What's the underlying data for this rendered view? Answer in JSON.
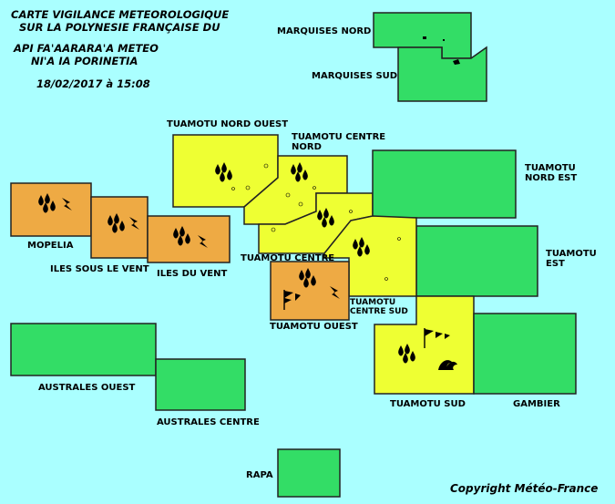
{
  "header": {
    "line1": "CARTE VIGILANCE METEOROLOGIQUE",
    "line2": "SUR LA POLYNESIE FRANÇAISE DU",
    "line3": "API FA'AARARA'A METEO",
    "line4": "NI'A IA PORINETIA",
    "date": "18/02/2017 à 15:08"
  },
  "copyright": "Copyright Météo-France",
  "colors": {
    "green": "#33dd66",
    "yellow": "#eeff33",
    "orange": "#eeaa44",
    "sea": "#aaffff"
  },
  "zones": [
    {
      "id": "marquises-nord",
      "label": "MARQUISES NORD",
      "level": "green",
      "hazards": []
    },
    {
      "id": "marquises-sud",
      "label": "MARQUISES SUD",
      "level": "green",
      "hazards": []
    },
    {
      "id": "tuamotu-nord-ouest",
      "label": "TUAMOTU NORD OUEST",
      "level": "yellow",
      "hazards": [
        "rain-icon"
      ]
    },
    {
      "id": "tuamotu-centre-nord",
      "label": "TUAMOTU CENTRE NORD",
      "level": "yellow",
      "hazards": [
        "rain-icon"
      ]
    },
    {
      "id": "tuamotu-centre",
      "label": "TUAMOTU CENTRE",
      "level": "yellow",
      "hazards": [
        "rain-icon"
      ]
    },
    {
      "id": "tuamotu-nord-est",
      "label": "TUAMOTU NORD EST",
      "level": "green",
      "hazards": []
    },
    {
      "id": "tuamotu-est",
      "label": "TUAMOTU EST",
      "level": "green",
      "hazards": []
    },
    {
      "id": "tuamotu-centre-sud",
      "label": "TUAMOTU CENTRE SUD",
      "level": "yellow",
      "hazards": [
        "rain-icon"
      ]
    },
    {
      "id": "mopelia",
      "label": "MOPELIA",
      "level": "orange",
      "hazards": [
        "rain-icon",
        "thunderstorm-icon"
      ]
    },
    {
      "id": "iles-sous-le-vent",
      "label": "ILES SOUS LE VENT",
      "level": "orange",
      "hazards": [
        "rain-icon",
        "thunderstorm-icon"
      ]
    },
    {
      "id": "iles-du-vent",
      "label": "ILES DU VENT",
      "level": "orange",
      "hazards": [
        "rain-icon",
        "thunderstorm-icon"
      ]
    },
    {
      "id": "tuamotu-ouest",
      "label": "TUAMOTU OUEST",
      "level": "orange",
      "hazards": [
        "rain-icon",
        "wind-icon",
        "thunderstorm-icon"
      ]
    },
    {
      "id": "tuamotu-sud",
      "label": "TUAMOTU SUD",
      "level": "yellow",
      "hazards": [
        "rain-icon",
        "wind-icon",
        "waves-icon"
      ]
    },
    {
      "id": "gambier",
      "label": "GAMBIER",
      "level": "green",
      "hazards": []
    },
    {
      "id": "australes-ouest",
      "label": "AUSTRALES OUEST",
      "level": "green",
      "hazards": []
    },
    {
      "id": "australes-centre",
      "label": "AUSTRALES CENTRE",
      "level": "green",
      "hazards": []
    },
    {
      "id": "rapa",
      "label": "RAPA",
      "level": "green",
      "hazards": []
    }
  ]
}
